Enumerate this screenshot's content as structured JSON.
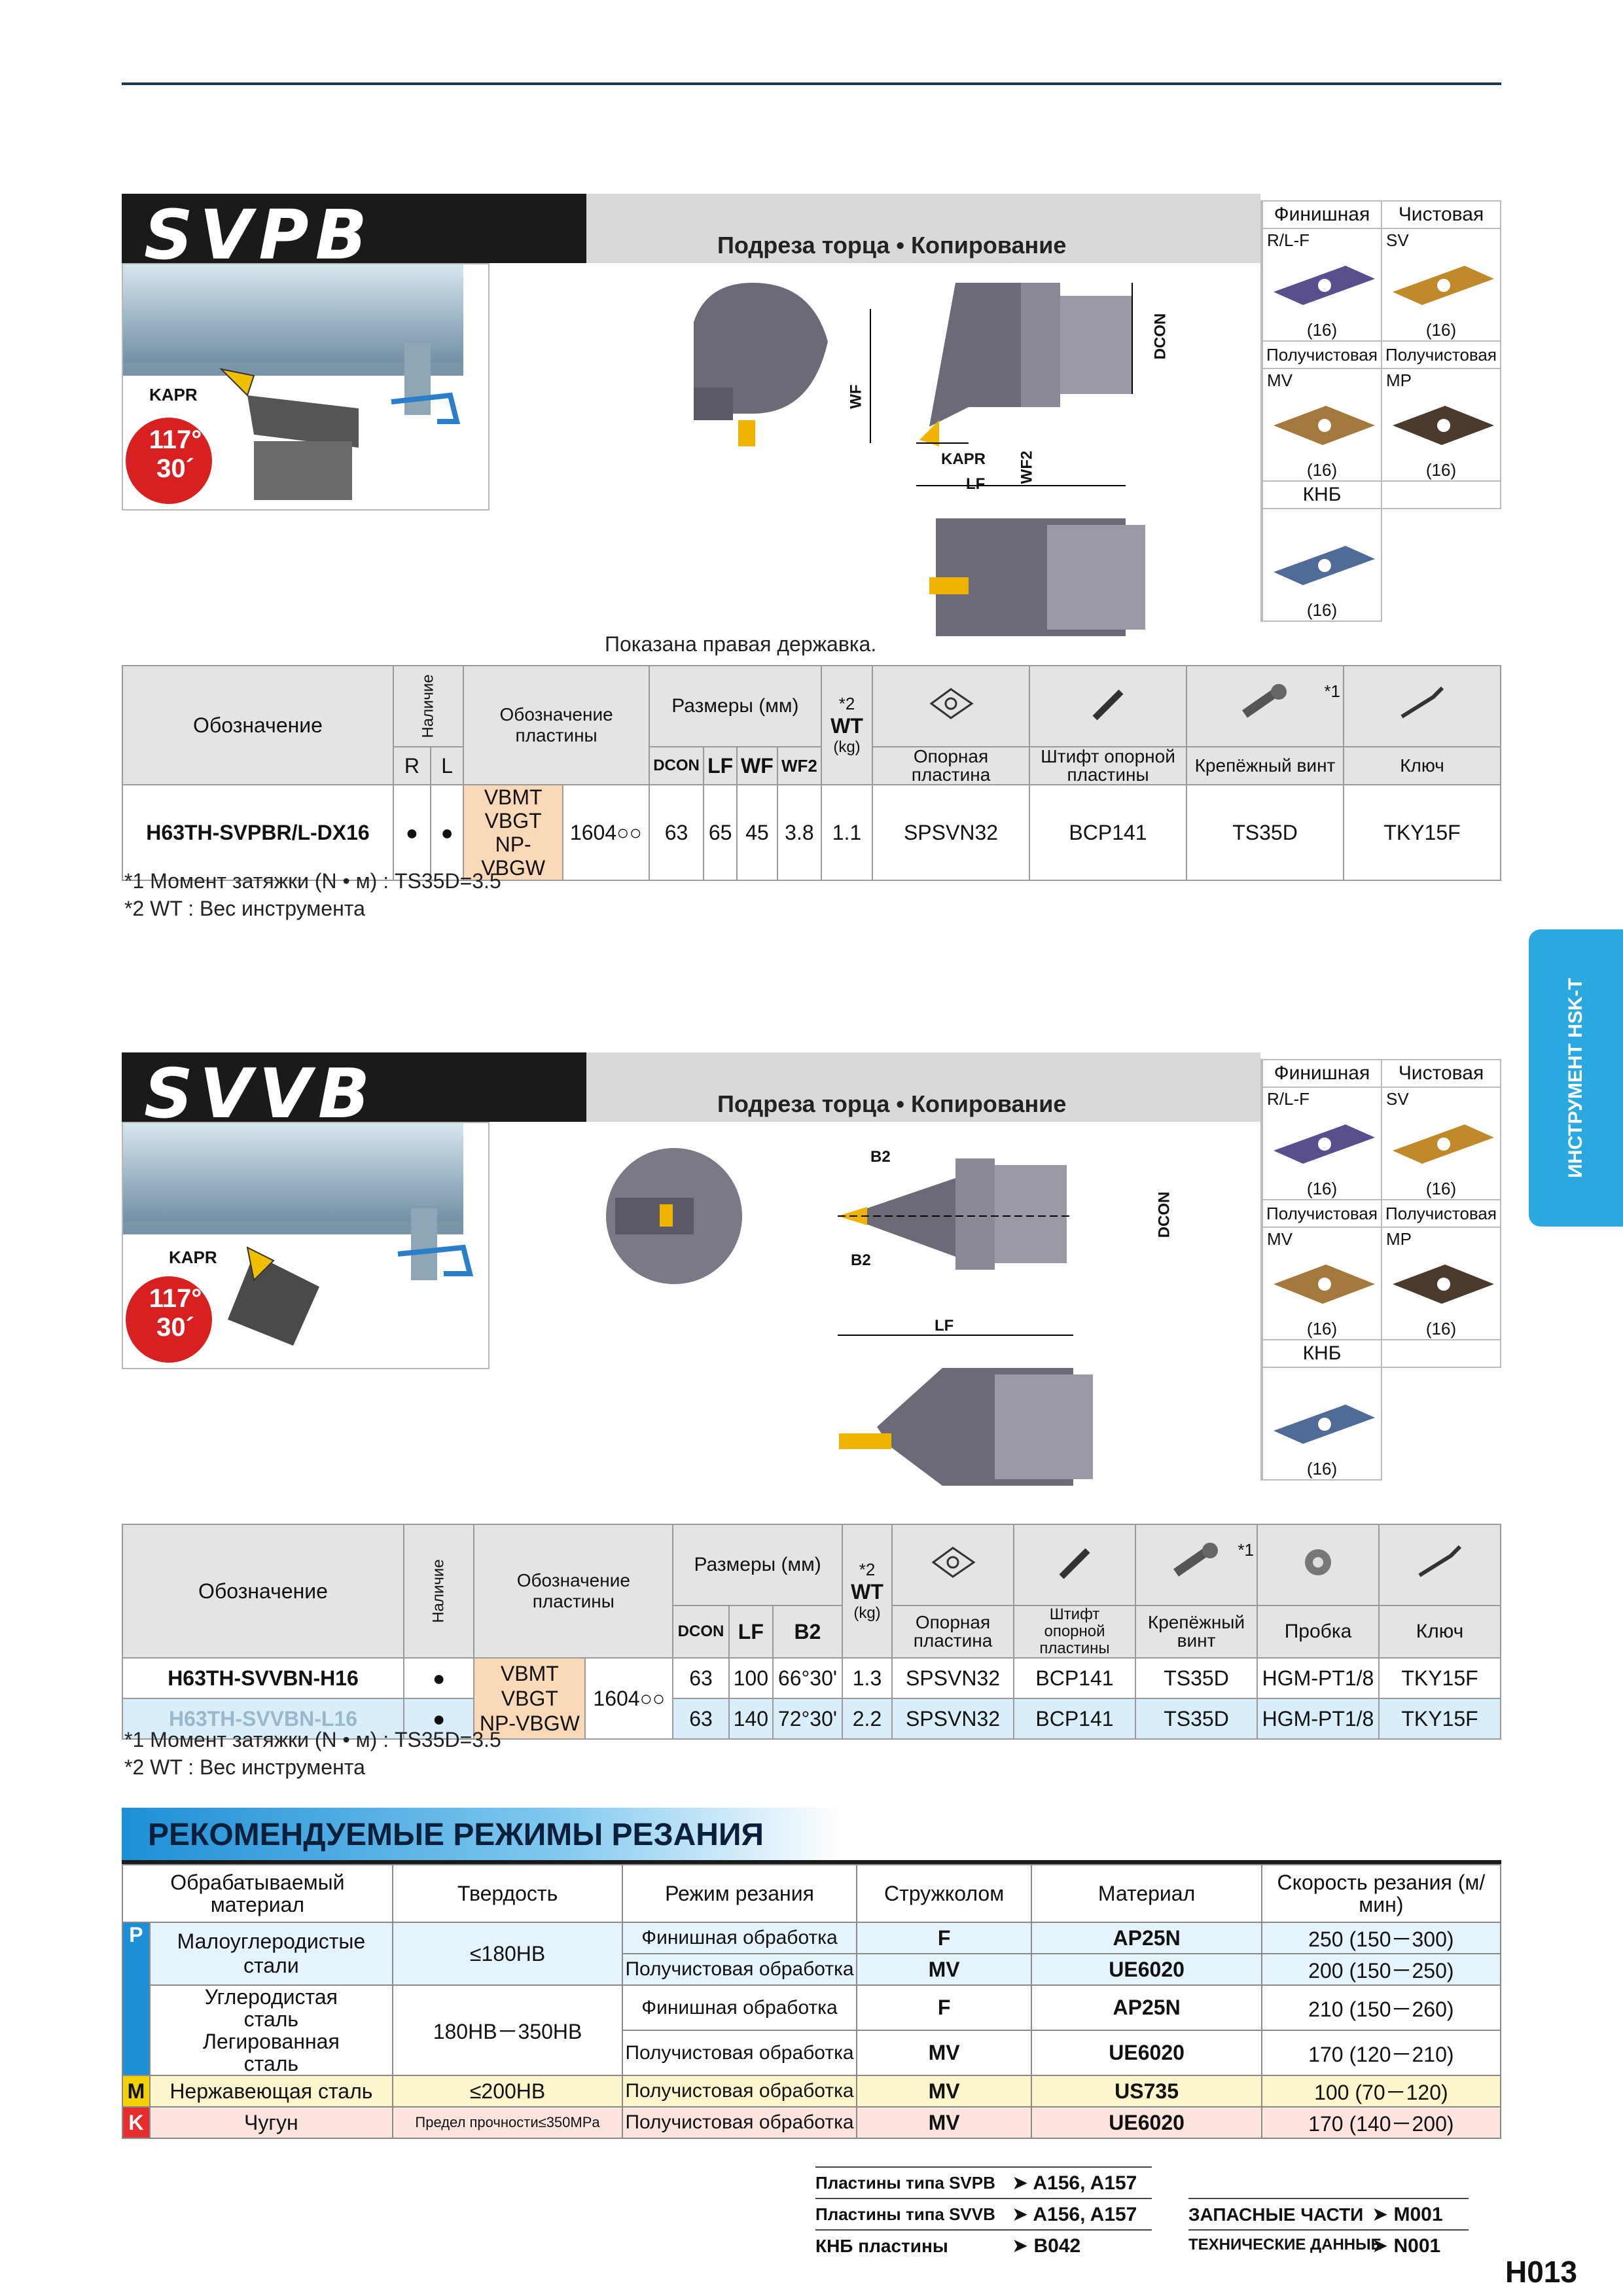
{
  "side_tab": "ИНСТРУМЕНТ HSK-T",
  "page_number": "H013",
  "sections": [
    {
      "code": "SVPB",
      "subtitle": "Подреза торца • Копирование",
      "angle_label": "KAPR",
      "angle_1": "117°",
      "angle_2": "30´",
      "dims": {
        "dcon": "DCON",
        "wf": "WF",
        "wf2": "WF2",
        "lf": "LF",
        "kapr": "KAPR"
      },
      "caption": "Показана правая державка.",
      "insert_panel": {
        "headers": [
          "Финишная",
          "Чистовая"
        ],
        "row1": [
          {
            "label": "R/L-F",
            "count": "(16)",
            "color": "#5a4f8c"
          },
          {
            "label": "SV",
            "count": "(16)",
            "color": "#c08a2a"
          }
        ],
        "mid_headers": [
          "Получистовая",
          "Получистовая"
        ],
        "row2": [
          {
            "label": "MV",
            "count": "(16)",
            "color": "#a4793e"
          },
          {
            "label": "MP",
            "count": "(16)",
            "color": "#4a3b2c"
          }
        ],
        "cbn_header": "КНБ",
        "row3": [
          {
            "label": "",
            "count": "(16)",
            "color": "#4f6c96"
          }
        ]
      },
      "table": {
        "h_designation": "Обозначение",
        "h_availability": "Наличие",
        "h_insert": "Обозначение пластины",
        "h_dims": "Размеры (мм)",
        "h_wt_mark": "*2",
        "h_wt": "WT",
        "h_wt_unit": "(kg)",
        "h_r": "R",
        "h_l": "L",
        "dim_cols": [
          "DCON",
          "LF",
          "WF",
          "WF2"
        ],
        "parts": [
          "Опорная пластина",
          "Штифт опорной пластины",
          "Крепёжный винт",
          "Ключ"
        ],
        "screw_mark": "*1",
        "rows": [
          {
            "code": "H63TH-SVPBR/L-DX16",
            "avail_r": "●",
            "avail_l": "●",
            "inserts": [
              "VBMT",
              "VBGT",
              "NP-VBGW"
            ],
            "size": "1604○○",
            "dims": [
              "63",
              "65",
              "45",
              "3.8"
            ],
            "wt": "1.1",
            "parts": [
              "SPSVN32",
              "BCP141",
              "TS35D",
              "TKY15F"
            ]
          }
        ]
      },
      "notes": [
        "*1 Момент затяжки (N • м) : TS35D=3.5",
        "*2 WT : Вес инструмента"
      ]
    },
    {
      "code": "SVVB",
      "subtitle": "Подреза торца • Копирование",
      "angle_label": "KAPR",
      "angle_1": "117°",
      "angle_2": "30´",
      "dims": {
        "dcon": "DCON",
        "b2": "B2",
        "lf": "LF"
      },
      "insert_panel": {
        "headers": [
          "Финишная",
          "Чистовая"
        ],
        "row1": [
          {
            "label": "R/L-F",
            "count": "(16)",
            "color": "#5a4f8c"
          },
          {
            "label": "SV",
            "count": "(16)",
            "color": "#c08a2a"
          }
        ],
        "mid_headers": [
          "Получистовая",
          "Получистовая"
        ],
        "row2": [
          {
            "label": "MV",
            "count": "(16)",
            "color": "#a4793e"
          },
          {
            "label": "MP",
            "count": "(16)",
            "color": "#4a3b2c"
          }
        ],
        "cbn_header": "КНБ",
        "row3": [
          {
            "label": "",
            "count": "(16)",
            "color": "#4f6c96"
          }
        ]
      },
      "table": {
        "h_designation": "Обозначение",
        "h_availability": "Наличие",
        "h_insert": "Обозначение пластины",
        "h_dims": "Размеры (мм)",
        "h_wt_mark": "*2",
        "h_wt": "WT",
        "h_wt_unit": "(kg)",
        "dim_cols": [
          "DCON",
          "LF",
          "B2"
        ],
        "parts": [
          "Опорная пластина",
          "Штифт опорной пластины",
          "Крепёжный винт",
          "Пробка",
          "Ключ"
        ],
        "screw_mark": "*1",
        "inserts": [
          "VBMT",
          "VBGT",
          "NP-VBGW"
        ],
        "size": "1604○○",
        "rows": [
          {
            "code": "H63TH-SVVBN-H16",
            "avail": "●",
            "dims": [
              "63",
              "100",
              "66°30'"
            ],
            "wt": "1.3",
            "parts": [
              "SPSVN32",
              "BCP141",
              "TS35D",
              "HGM-PT1/8",
              "TKY15F"
            ]
          },
          {
            "code": "H63TH-SVVBN-L16",
            "avail": "●",
            "dims": [
              "63",
              "140",
              "72°30'"
            ],
            "wt": "2.2",
            "parts": [
              "SPSVN32",
              "BCP141",
              "TS35D",
              "HGM-PT1/8",
              "TKY15F"
            ]
          }
        ]
      },
      "notes": [
        "*1 Момент затяжки (N • м) : TS35D=3.5",
        "*2 WT : Вес инструмента"
      ]
    }
  ],
  "cutting": {
    "title": "РЕКОМЕНДУЕМЫЕ РЕЖИМЫ РЕЗАНИЯ",
    "headers": [
      "Обрабатываемый материал",
      "Твердость",
      "Режим резания",
      "Стружколом",
      "Материал",
      "Скорость резания (м/мин)"
    ],
    "groups": [
      {
        "mark": "P",
        "rows": [
          {
            "material": "Малоуглеродистые стали",
            "hardness": "≤180HB",
            "mode": "Финишная обработка",
            "breaker": "F",
            "grade": "AP25N",
            "speed": "250 (150－300)"
          },
          {
            "material": "",
            "hardness": "",
            "mode": "Получистовая обработка",
            "breaker": "MV",
            "grade": "UE6020",
            "speed": "200 (150－250)"
          },
          {
            "material": "Углеродистая сталь Легированная сталь",
            "hardness": "180HB－350HB",
            "mode": "Финишная обработка",
            "breaker": "F",
            "grade": "AP25N",
            "speed": "210 (150－260)"
          },
          {
            "material": "",
            "hardness": "",
            "mode": "Получистовая обработка",
            "breaker": "MV",
            "grade": "UE6020",
            "speed": "170 (120－210)"
          }
        ]
      },
      {
        "mark": "M",
        "rows": [
          {
            "material": "Нержавеющая сталь",
            "hardness": "≤200HB",
            "mode": "Получистовая обработка",
            "breaker": "MV",
            "grade": "US735",
            "speed": "100 (70－120)"
          }
        ]
      },
      {
        "mark": "K",
        "rows": [
          {
            "material": "Чугун",
            "hardness": "Предел прочности≤350MPa",
            "mode": "Получистовая обработка",
            "breaker": "MV",
            "grade": "UE6020",
            "speed": "170 (140－200)"
          }
        ]
      }
    ]
  },
  "footer_refs": [
    {
      "label": "Пластины типа SVPB",
      "target": "A156, A157"
    },
    {
      "label": "Пластины типа SVVB",
      "target": "A156, A157"
    },
    {
      "label": "КНБ пластины",
      "target": "B042"
    }
  ],
  "footer_refs_right": [
    {
      "label": "ЗАПАСНЫЕ ЧАСТИ",
      "target": "M001"
    },
    {
      "label": "ТЕХНИЧЕСКИЕ ДАННЫЕ",
      "target": "N001"
    }
  ],
  "arrow_glyph": "➤"
}
